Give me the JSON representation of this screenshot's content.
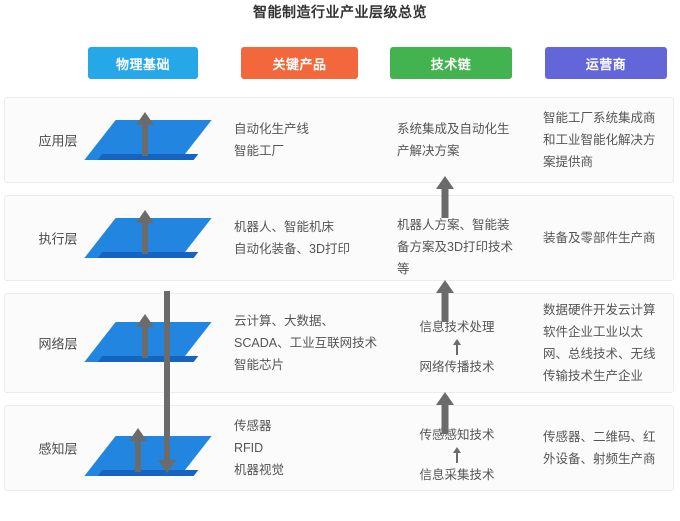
{
  "title": "智能制造行业产业层级总览",
  "columns": [
    {
      "label": "物理基础",
      "color": "#25a7e8"
    },
    {
      "label": "关键产品",
      "color": "#f2683c"
    },
    {
      "label": "技术链",
      "color": "#42b34e"
    },
    {
      "label": "运营商",
      "color": "#6366d8"
    }
  ],
  "slab_color": "#2285e0",
  "slab_edge_color": "#1565c0",
  "arrow_color": "#6b6b6b",
  "rows": [
    {
      "layer": "应用层",
      "physical_icon": "blue-slab-icon",
      "key_products": "自动化生产线\n智能工厂",
      "tech_chain_top": "系统集成及自动化生\n产解决方案",
      "tech_chain_bottom": "",
      "operators": "智能工厂系统集成商\n和工业智能化解决方\n案提供商"
    },
    {
      "layer": "执行层",
      "physical_icon": "blue-slab-icon",
      "key_products": "机器人、智能机床\n自动化装备、3D打印",
      "tech_chain_top": "机器人方案、智能装\n备方案及3D打印技术\n等",
      "tech_chain_bottom": "",
      "operators": "装备及零部件生产商"
    },
    {
      "layer": "网络层",
      "physical_icon": "blue-slab-icon",
      "key_products": "云计算、大数据、\nSCADA、工业互联网技术\n智能芯片",
      "tech_chain_top": "信息技术处理",
      "tech_chain_bottom": "网络传播技术",
      "operators": "数据硬件开发云计算\n软件企业工业以太\n网、总线技术、无线\n传输技术生产企业"
    },
    {
      "layer": "感知层",
      "physical_icon": "blue-slab-icon",
      "key_products": "传感器\nRFID\n机器视觉",
      "tech_chain_top": "传感感知技术",
      "tech_chain_bottom": "信息采集技术",
      "operators": "传感器、二维码、红\n外设备、射频生产商"
    }
  ],
  "arrows": {
    "row_up_arrow": "up-arrow-icon",
    "between_up_arrow": "up-arrow-icon",
    "long_down_arrow": "down-arrow-icon",
    "mini_up_arrow": "mini-up-arrow-icon"
  }
}
